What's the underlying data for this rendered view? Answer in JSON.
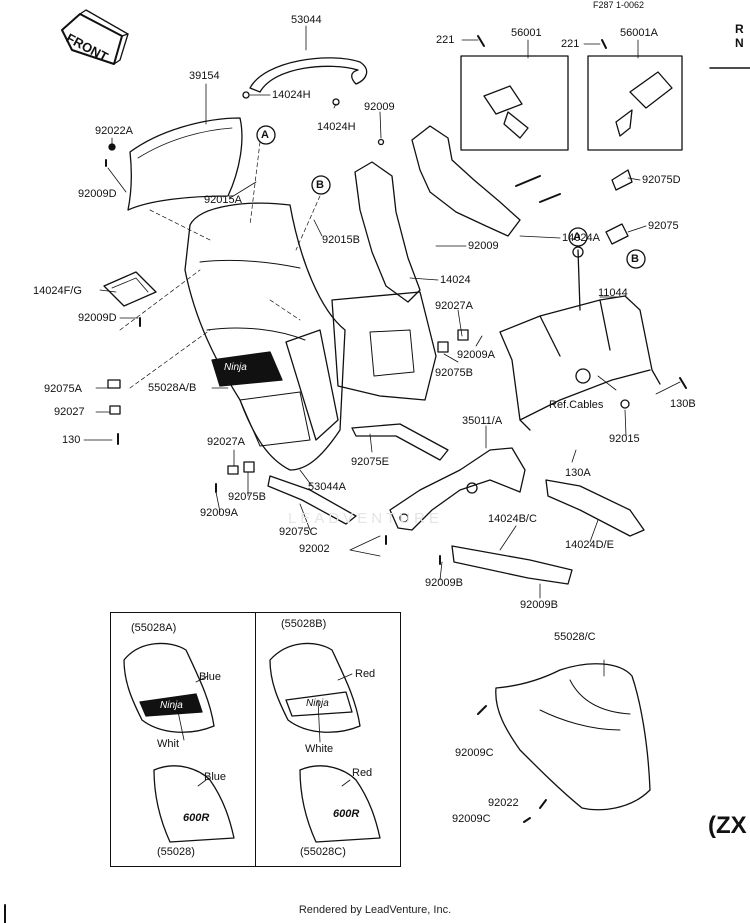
{
  "figure_code": "F287 1-0062",
  "header_right": [
    "R",
    "N"
  ],
  "front_label": "FRONT",
  "watermark": "LEADVENTURE",
  "model_code": "(ZX",
  "footer": "Rendered by LeadVenture, Inc.",
  "callouts": {
    "circle_a": "A",
    "circle_b": "B"
  },
  "parts": {
    "p53044": "53044",
    "p39154": "39154",
    "p14024H_1": "14024H",
    "p14024H_2": "14024H",
    "p92009_top": "92009",
    "p221_1": "221",
    "p56001": "56001",
    "p221_2": "221",
    "p56001A": "56001A",
    "p92022A": "92022A",
    "p92009D_1": "92009D",
    "p92015A": "92015A",
    "p92015B": "92015B",
    "p92075D": "92075D",
    "p92075": "92075",
    "p92009_mid": "92009",
    "p14024A": "14024A",
    "p14024": "14024",
    "p14024FG": "14024F/G",
    "p92009D_2": "92009D",
    "p92027A_1": "92027A",
    "p92009A_1": "92009A",
    "p92075B_1": "92075B",
    "p11044": "11044",
    "p92075A": "92075A",
    "p55028AB": "55028A/B",
    "p92027": "92027",
    "p130": "130",
    "refcables": "Ref.Cables",
    "p130B": "130B",
    "p92015": "92015",
    "p35011A": "35011/A",
    "p92075E": "92075E",
    "p130A": "130A",
    "p92027A_2": "92027A",
    "p92075B_2": "92075B",
    "p53044A": "53044A",
    "p92009A_2": "92009A",
    "p92075C": "92075C",
    "p14024BC": "14024B/C",
    "p14024DE": "14024D/E",
    "p92002": "92002",
    "p92009B_1": "92009B",
    "p92009B_2": "92009B",
    "p55028C_top": "55028/C",
    "p92009C_1": "92009C",
    "p92022": "92022",
    "p92009C_2": "92009C"
  },
  "variants": {
    "left_top_code": "(55028A)",
    "left_top_color1": "Blue",
    "left_top_color2": "Whit",
    "left_bottom_color": "Blue",
    "left_bottom_code": "(55028)",
    "right_top_code": "(55028B)",
    "right_top_color1": "Red",
    "right_top_color2": "White",
    "right_bottom_color": "Red",
    "right_bottom_code": "(55028C)",
    "decal_ninja": "Ninja",
    "decal_600r": "600R"
  }
}
